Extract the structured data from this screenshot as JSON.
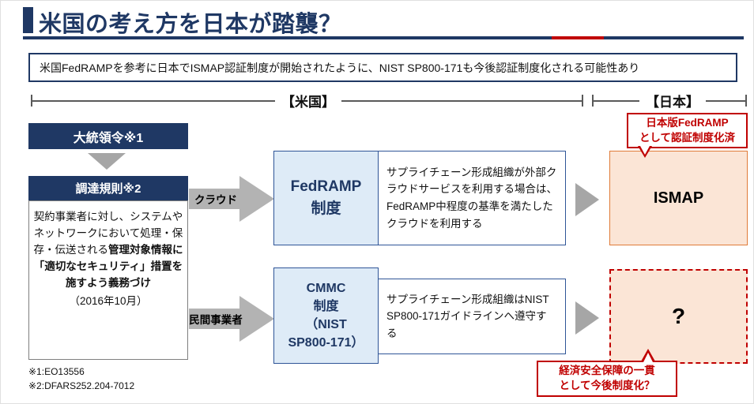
{
  "colors": {
    "navy": "#1f3864",
    "red": "#c00000",
    "pale_blue": "#deebf7",
    "peach": "#fbe5d6",
    "arrow_gray": "#a6a6a6",
    "orange_border": "#e07b39"
  },
  "title": "米国の考え方を日本が踏襲？",
  "summary": "米国FedRAMPを参考に日本でISMAP認証制度が開始されたように、NIST SP800-171も今後認証制度化される可能性あり",
  "regions": {
    "us": "【米国】",
    "japan": "【日本】"
  },
  "left_column": {
    "presidential_order": "大統領令※1",
    "procurement_rule": "調達規則※2",
    "body_pre": "契約事業者に対し、システムやネットワークにおいて処理・保存・伝送される",
    "body_bold": "管理対象情報に「適切なセキュリティ」措置を施すよう義務づけ",
    "body_date": "（2016年10月）",
    "footnotes": [
      "※1:EO13556",
      "※2:DFARS252.204-7012"
    ]
  },
  "flow_labels": {
    "cloud": "クラウド",
    "private": "民間事業者"
  },
  "us_programs": [
    {
      "name": "FedRAMP\n制度",
      "description": "サプライチェーン形成組織が外部クラウドサービスを利用する場合は、FedRAMP中程度の基準を満たしたクラウドを利用する"
    },
    {
      "name": "CMMC\n制度\n（NIST\nSP800-171）",
      "description": "サプライチェーン形成組織はNIST SP800-171ガイドラインへ遵守する"
    }
  ],
  "japan_programs": [
    {
      "name": "ISMAP",
      "note": "日本版FedRAMP\nとして認証制度化済"
    },
    {
      "name": "?",
      "note": "経済安全保障の一貫\nとして今後制度化？"
    }
  ]
}
